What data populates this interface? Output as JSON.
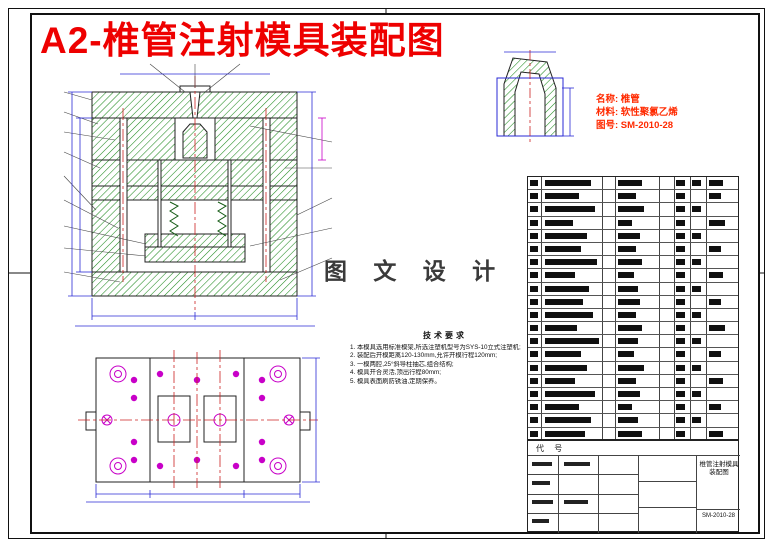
{
  "colors": {
    "title_red": "#ee0000",
    "hatch_green": "#1e8a1e",
    "dimension_blue": "#2a2ad4",
    "accent_magenta": "#c800c8",
    "centerline_red": "#cc2222"
  },
  "header": {
    "title": "A2-椎管注射模具装配图"
  },
  "part_info": {
    "name_line": "名称: 椎管",
    "material_line": "材料: 软性聚氯乙烯",
    "drawing_no_line": "图号: SM-2010-28"
  },
  "watermark": {
    "text": "图 文 设 计"
  },
  "tech_req": {
    "title": "技术要求",
    "items": [
      "1. 本模具选用标准模架,所选注塑机型号为SYS-10立式注塑机;",
      "2. 装配后开模距离120-130mm,允许开模行程120mm;",
      "3. 一模两腔,25°斜导柱抽芯,组合结构;",
      "4. 模具开合灵活,顶出行程80mm;",
      "5. 模具表面刷防锈油,定期保养。"
    ]
  },
  "title_block": {
    "code_label": "代 号",
    "drawing_name": "椎管注射模具装配图",
    "drawing_no": "SM-2010-28"
  },
  "bom": {
    "row_bars": [
      [
        [
          0,
          8
        ],
        [
          1,
          46
        ],
        [
          3,
          24
        ],
        [
          5,
          9
        ],
        [
          6,
          9
        ],
        [
          7,
          14
        ]
      ],
      [
        [
          0,
          8
        ],
        [
          1,
          34
        ],
        [
          3,
          18
        ],
        [
          5,
          9
        ],
        [
          7,
          12
        ]
      ],
      [
        [
          0,
          8
        ],
        [
          1,
          50
        ],
        [
          3,
          26
        ],
        [
          5,
          9
        ],
        [
          6,
          9
        ]
      ],
      [
        [
          0,
          8
        ],
        [
          1,
          28
        ],
        [
          3,
          14
        ],
        [
          5,
          9
        ],
        [
          7,
          16
        ]
      ],
      [
        [
          0,
          8
        ],
        [
          1,
          42
        ],
        [
          3,
          22
        ],
        [
          5,
          9
        ],
        [
          6,
          9
        ]
      ],
      [
        [
          0,
          8
        ],
        [
          1,
          36
        ],
        [
          3,
          18
        ],
        [
          5,
          9
        ],
        [
          7,
          12
        ]
      ],
      [
        [
          0,
          8
        ],
        [
          1,
          52
        ],
        [
          3,
          24
        ],
        [
          5,
          9
        ],
        [
          6,
          9
        ]
      ],
      [
        [
          0,
          8
        ],
        [
          1,
          30
        ],
        [
          3,
          16
        ],
        [
          5,
          9
        ],
        [
          7,
          14
        ]
      ],
      [
        [
          0,
          8
        ],
        [
          1,
          44
        ],
        [
          3,
          20
        ],
        [
          5,
          9
        ],
        [
          6,
          9
        ]
      ],
      [
        [
          0,
          8
        ],
        [
          1,
          38
        ],
        [
          3,
          22
        ],
        [
          5,
          9
        ],
        [
          7,
          12
        ]
      ],
      [
        [
          0,
          8
        ],
        [
          1,
          48
        ],
        [
          3,
          18
        ],
        [
          5,
          9
        ],
        [
          6,
          9
        ]
      ],
      [
        [
          0,
          8
        ],
        [
          1,
          32
        ],
        [
          3,
          24
        ],
        [
          5,
          9
        ],
        [
          7,
          16
        ]
      ],
      [
        [
          0,
          8
        ],
        [
          1,
          54
        ],
        [
          3,
          20
        ],
        [
          5,
          9
        ],
        [
          6,
          9
        ]
      ],
      [
        [
          0,
          8
        ],
        [
          1,
          36
        ],
        [
          3,
          16
        ],
        [
          5,
          9
        ],
        [
          7,
          12
        ]
      ],
      [
        [
          0,
          8
        ],
        [
          1,
          42
        ],
        [
          3,
          26
        ],
        [
          5,
          9
        ],
        [
          6,
          9
        ]
      ],
      [
        [
          0,
          8
        ],
        [
          1,
          30
        ],
        [
          3,
          18
        ],
        [
          5,
          9
        ],
        [
          7,
          14
        ]
      ],
      [
        [
          0,
          8
        ],
        [
          1,
          50
        ],
        [
          3,
          22
        ],
        [
          5,
          9
        ],
        [
          6,
          9
        ]
      ],
      [
        [
          0,
          8
        ],
        [
          1,
          34
        ],
        [
          3,
          14
        ],
        [
          5,
          9
        ],
        [
          7,
          12
        ]
      ],
      [
        [
          0,
          8
        ],
        [
          1,
          46
        ],
        [
          3,
          20
        ],
        [
          5,
          9
        ],
        [
          6,
          9
        ]
      ],
      [
        [
          0,
          8
        ],
        [
          1,
          40
        ],
        [
          3,
          24
        ],
        [
          5,
          9
        ],
        [
          7,
          14
        ]
      ]
    ]
  }
}
